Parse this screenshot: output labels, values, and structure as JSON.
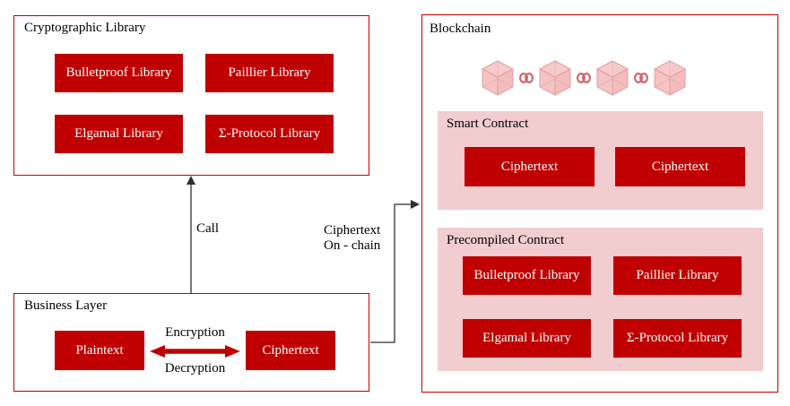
{
  "diagram": {
    "crypto_library": {
      "title": "Cryptographic Library",
      "buttons": [
        "Bulletproof Library",
        "Paillier Library",
        "Elgamal Library",
        "Σ-Protocol Library"
      ]
    },
    "business_layer": {
      "title": "Business Layer",
      "plaintext_label": "Plaintext",
      "ciphertext_label": "Ciphertext",
      "encryption_label": "Encryption",
      "decryption_label": "Decryption"
    },
    "blockchain": {
      "title": "Blockchain",
      "chain_icons": {
        "cube_count": 4,
        "link_count": 3,
        "cube_icon": "block-cube-icon",
        "link_icon": "chain-link-icon"
      },
      "smart_contract": {
        "title": "Smart Contract",
        "buttons": [
          "Ciphertext",
          "Ciphertext"
        ]
      },
      "precompiled_contract": {
        "title": "Precompiled Contract",
        "buttons": [
          "Bulletproof Library",
          "Paillier Library",
          "Elgamal Library",
          "Σ-Protocol Library"
        ]
      }
    },
    "connectors": {
      "call_label": "Call",
      "onchain_label_line1": "Ciphertext",
      "onchain_label_line2": "On - chain"
    },
    "colors": {
      "accent_red": "#c00000",
      "panel_pink": "#f1cdd0",
      "cube_fill": "#f7caca",
      "cube_edge": "#dfa0a3",
      "chain_link": "#d5666d",
      "connector_black": "#2f2f2f"
    }
  }
}
